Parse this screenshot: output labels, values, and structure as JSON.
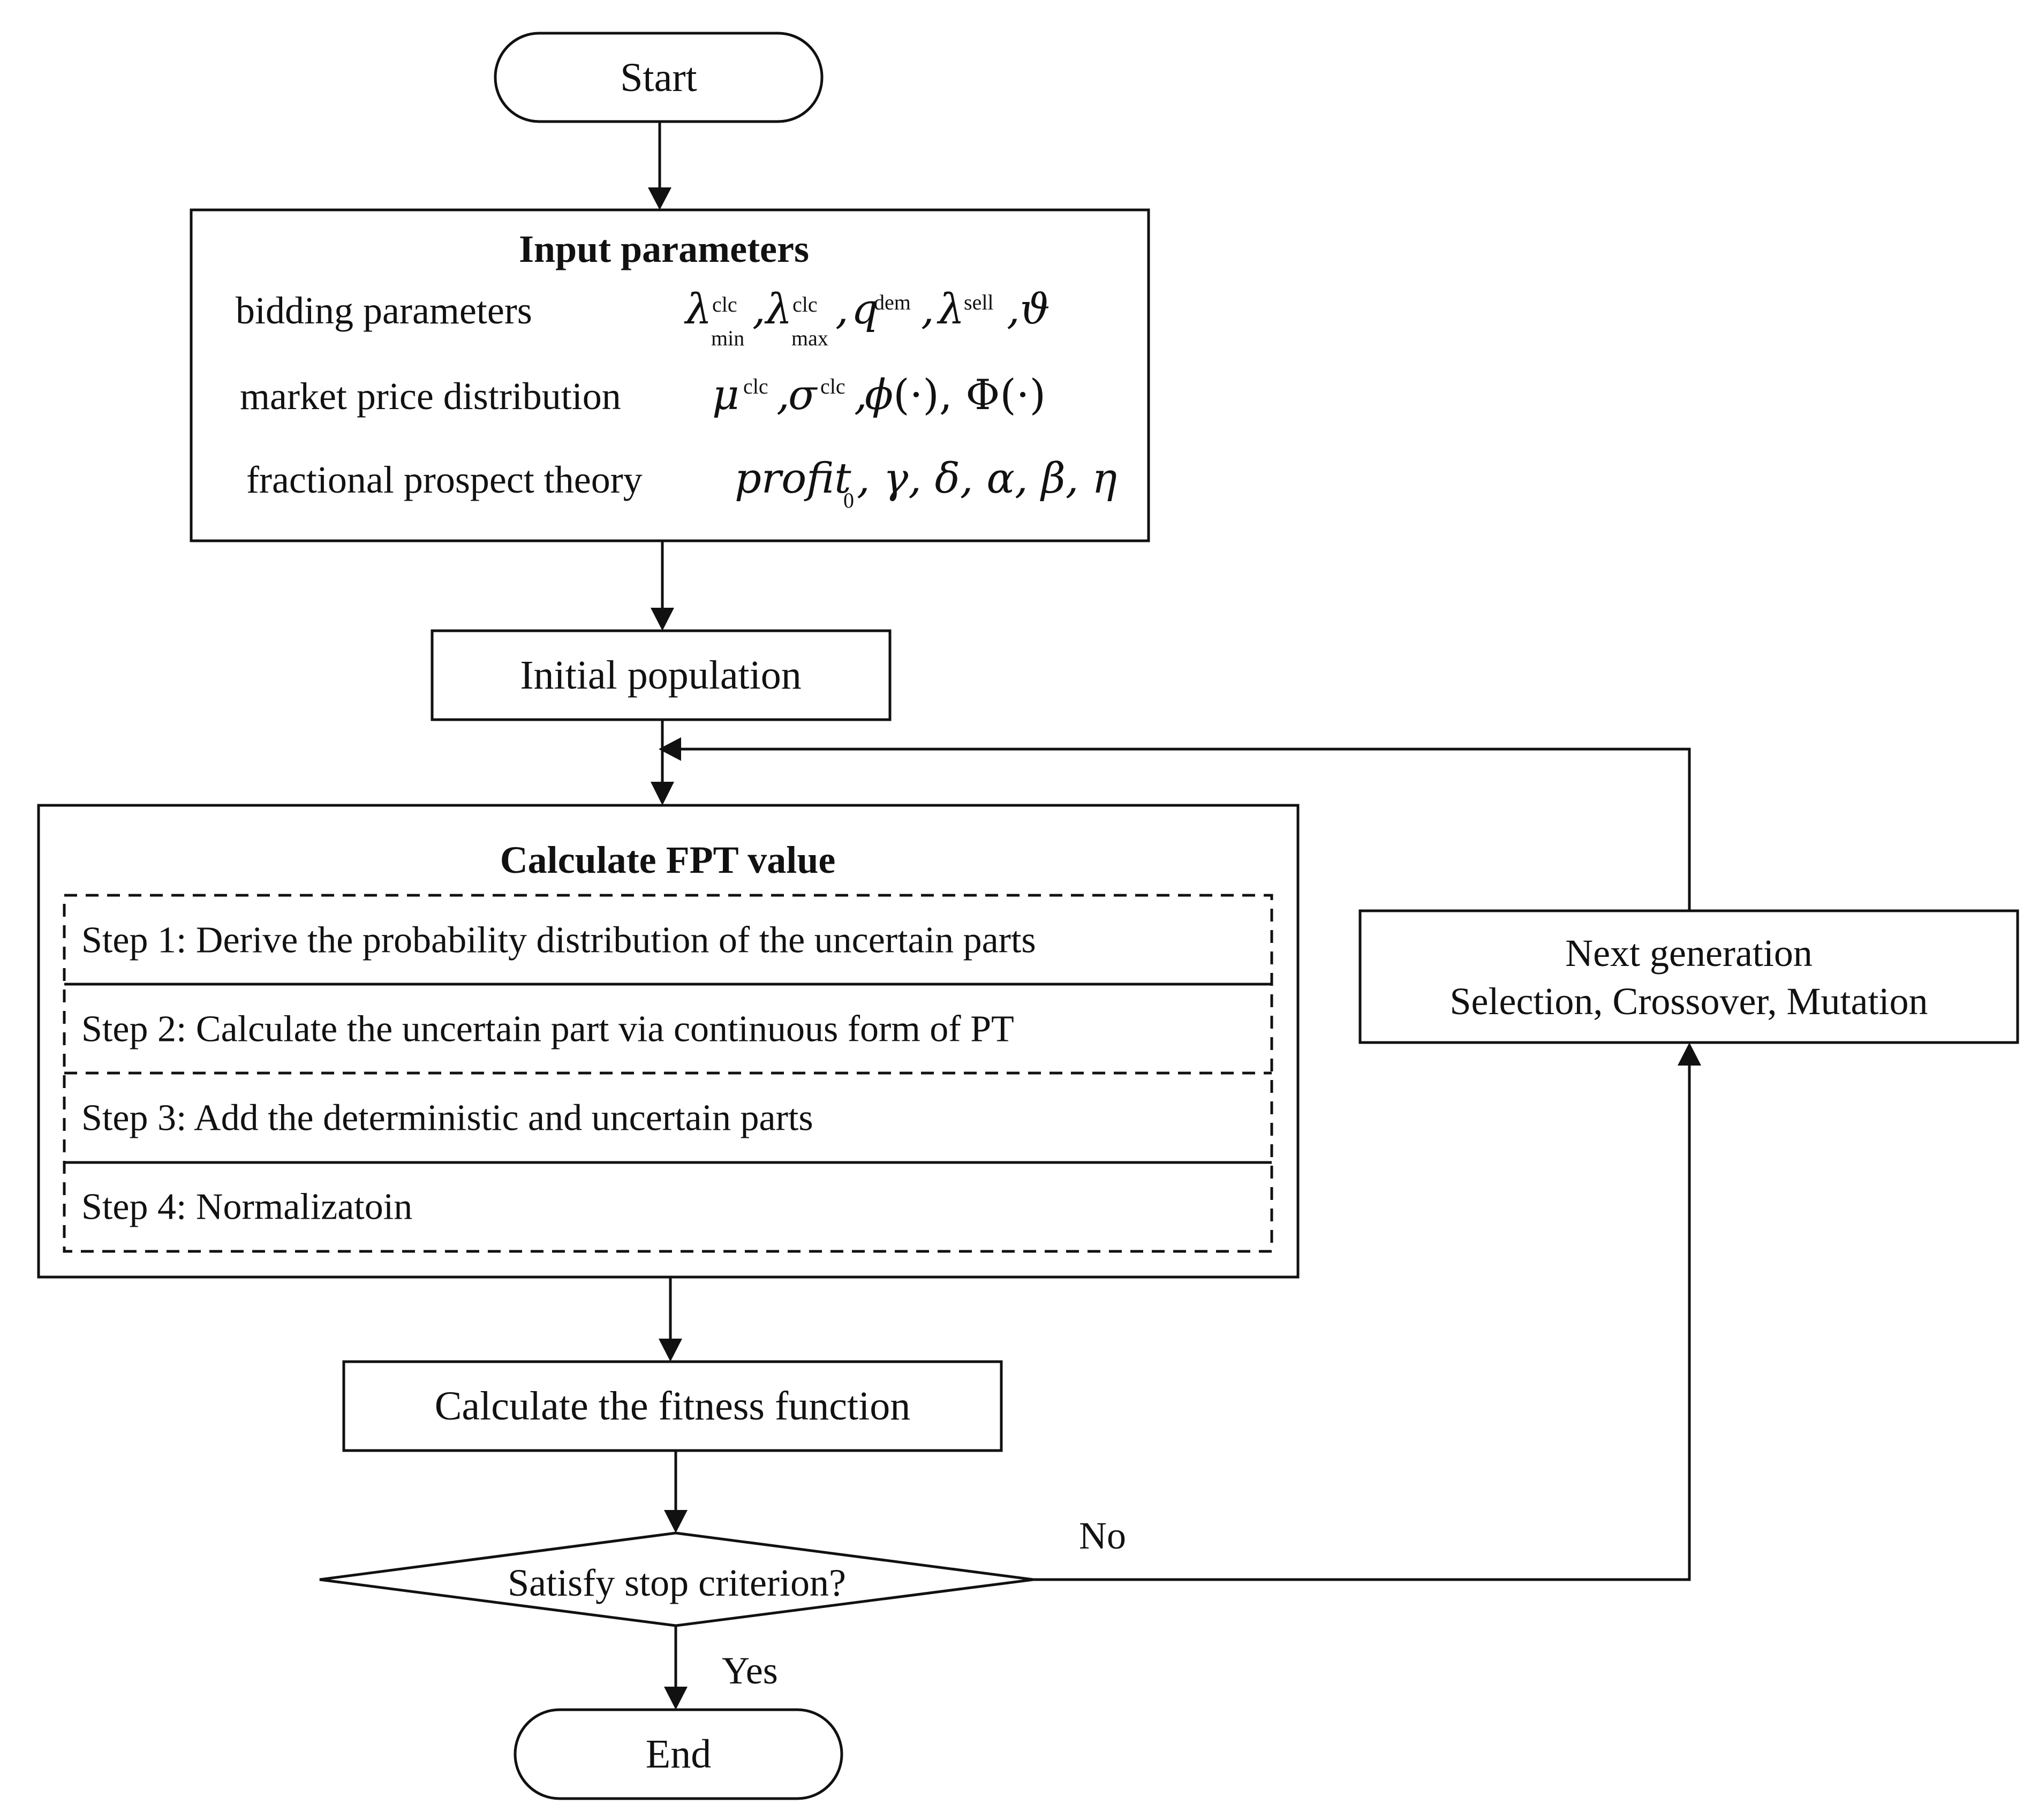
{
  "diagram": {
    "start": "Start",
    "input": {
      "title": "Input parameters",
      "rows": [
        {
          "label": "bidding parameters"
        },
        {
          "label": "market price distribution"
        },
        {
          "label": "fractional prospect theory"
        }
      ]
    },
    "initial": "Initial population",
    "fpt": {
      "title": "Calculate FPT value",
      "steps": [
        "Step 1: Derive the probability distribution of the uncertain parts",
        "Step 2: Calculate the uncertain part via continuous form of PT",
        "Step 3: Add the deterministic and uncertain parts",
        "Step 4: Normalizatoin"
      ]
    },
    "fitness": "Calculate the fitness function",
    "decision": "Satisfy stop criterion?",
    "no_label": "No",
    "yes_label": "Yes",
    "next_gen": {
      "line1": "Next generation",
      "line2": "Selection, Crossover,  Mutation"
    },
    "end": "End"
  }
}
